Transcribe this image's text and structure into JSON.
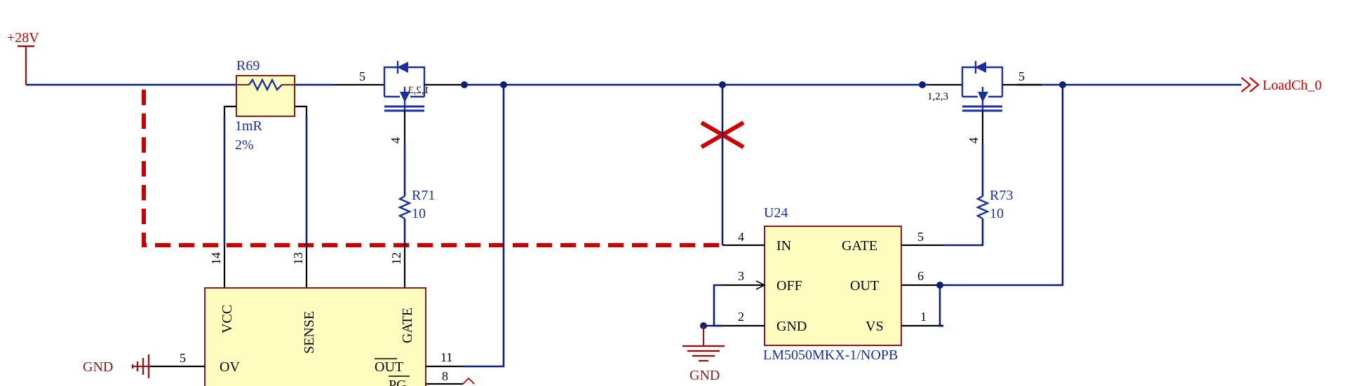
{
  "power": {
    "label": "+28V"
  },
  "output": {
    "label": "LoadCh_0"
  },
  "gnd_labels": {
    "left": "GND",
    "bottom": "GND"
  },
  "r69": {
    "designator": "R69",
    "value": "1mR",
    "tolerance": "2%"
  },
  "r71": {
    "designator": "R71",
    "value": "10"
  },
  "r73": {
    "designator": "R73",
    "value": "10"
  },
  "q1": {
    "pin_top": "5",
    "pin_side": "1,2,3",
    "pin_gate": "4"
  },
  "q2": {
    "pin_top": "5",
    "pin_side": "1,2,3",
    "pin_gate": "4"
  },
  "u_left": {
    "pins": {
      "vcc": {
        "num": "14",
        "name": "VCC"
      },
      "sense": {
        "num": "13",
        "name": "SENSE"
      },
      "gate": {
        "num": "12",
        "name": "GATE"
      },
      "ov": {
        "num": "5",
        "name": "OV"
      },
      "out": {
        "num": "11",
        "name": "OUT"
      },
      "pg": {
        "num": "8",
        "name": "PG"
      }
    }
  },
  "u24": {
    "designator": "U24",
    "part": "LM5050MKX-1/NOPB",
    "pins": {
      "in": {
        "num": "4",
        "name": "IN"
      },
      "off": {
        "num": "3",
        "name": "OFF"
      },
      "gnd": {
        "num": "2",
        "name": "GND"
      },
      "gate": {
        "num": "5",
        "name": "GATE"
      },
      "out": {
        "num": "6",
        "name": "OUT"
      },
      "vs": {
        "num": "1",
        "name": "VS"
      }
    }
  },
  "colors": {
    "wire": "#0b1e7a",
    "component_fill": "#fefdc0",
    "component_border": "#8b1a1a",
    "annotation": "#cc0000",
    "net_label": "#d00000"
  }
}
